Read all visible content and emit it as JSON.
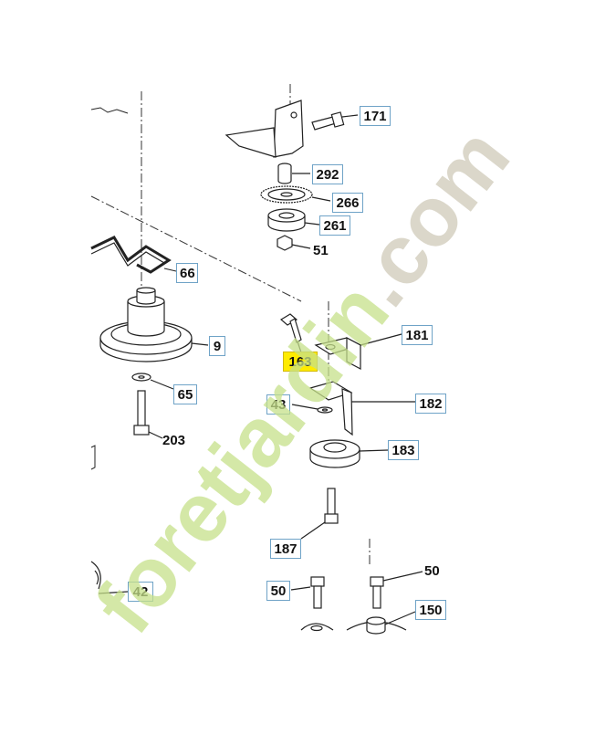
{
  "callouts": {
    "c171": "171",
    "c292": "292",
    "c266": "266",
    "c261": "261",
    "c51": "51",
    "c66": "66",
    "c9": "9",
    "c181": "181",
    "c163": "163",
    "c65": "65",
    "c43": "43",
    "c182": "182",
    "c203": "203",
    "c183": "183",
    "c187": "187",
    "c50a": "50",
    "c50b": "50",
    "c42": "42",
    "c150": "150"
  },
  "watermark": {
    "text": "foretjardin.com",
    "colors": {
      "green": "#c6e08a",
      "gray": "#cfc9b8"
    }
  },
  "colors": {
    "callout_border": "#6fa3c7",
    "highlight": "#ffeb00",
    "line": "#222222"
  }
}
